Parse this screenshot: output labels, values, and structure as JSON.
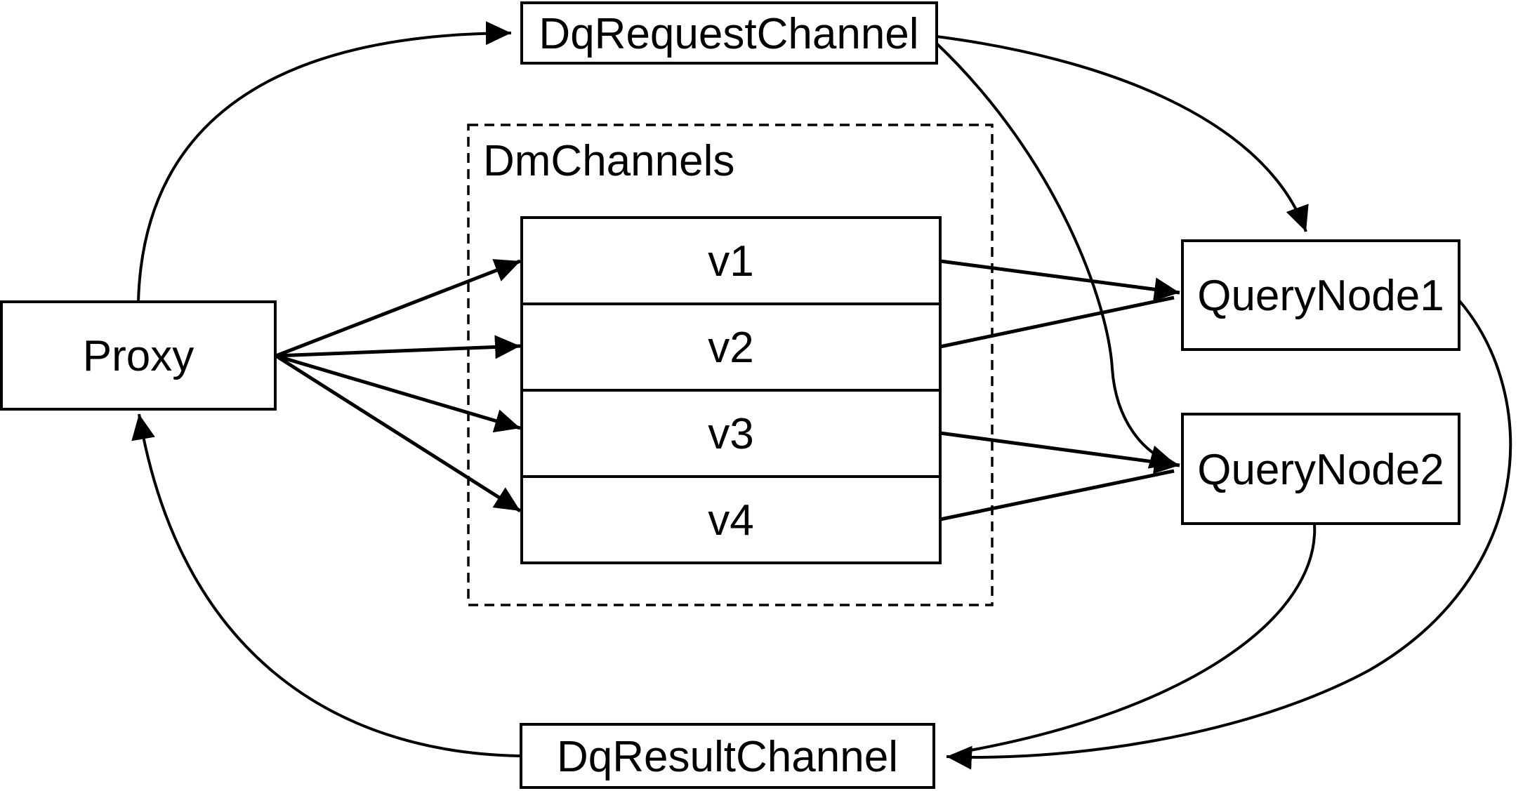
{
  "diagram": {
    "title": "query channel flow diagram",
    "background": "#ffffff",
    "line_color": "#000000",
    "nodes": {
      "proxy": {
        "label": "Proxy"
      },
      "dq_request_channel": {
        "label": "DqRequestChannel"
      },
      "dm_channels": {
        "label": "DmChannels",
        "channels": [
          {
            "label": "v1"
          },
          {
            "label": "v2"
          },
          {
            "label": "v3"
          },
          {
            "label": "v4"
          }
        ]
      },
      "query_node_1": {
        "label": "QueryNode1"
      },
      "query_node_2": {
        "label": "QueryNode2"
      },
      "dq_result_channel": {
        "label": "DqResultChannel"
      }
    },
    "edges": [
      {
        "from": "Proxy",
        "to": "DqRequestChannel"
      },
      {
        "from": "DqRequestChannel",
        "to": "QueryNode1"
      },
      {
        "from": "DqRequestChannel",
        "to": "QueryNode2"
      },
      {
        "from": "Proxy",
        "to": "v1"
      },
      {
        "from": "Proxy",
        "to": "v2"
      },
      {
        "from": "Proxy",
        "to": "v3"
      },
      {
        "from": "Proxy",
        "to": "v4"
      },
      {
        "from": "v1",
        "to": "QueryNode1"
      },
      {
        "from": "v2",
        "to": "QueryNode1"
      },
      {
        "from": "v3",
        "to": "QueryNode2"
      },
      {
        "from": "v4",
        "to": "QueryNode2"
      },
      {
        "from": "QueryNode1",
        "to": "DqResultChannel"
      },
      {
        "from": "QueryNode2",
        "to": "DqResultChannel"
      },
      {
        "from": "DqResultChannel",
        "to": "Proxy"
      }
    ]
  }
}
